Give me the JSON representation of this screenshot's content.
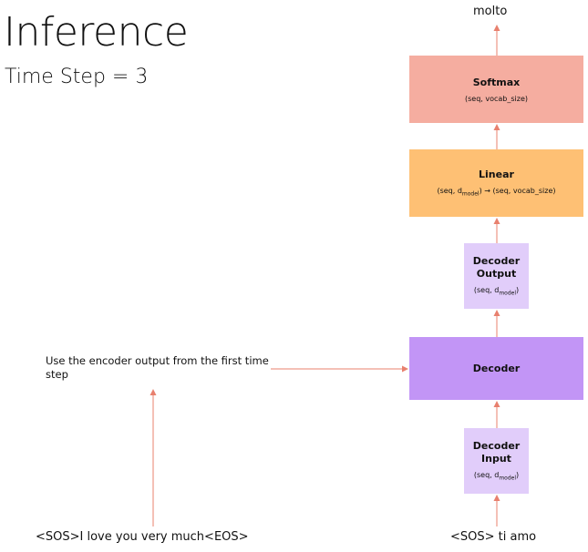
{
  "header": {
    "title": "Inference",
    "subtitle": "Time Step = 3"
  },
  "blocks": {
    "softmax": {
      "name": "Softmax",
      "shape": "(seq, vocab_size)"
    },
    "linear": {
      "name": "Linear",
      "shape_pre": "(seq, d",
      "shape_sub": "model",
      "shape_post": ") → (seq, vocab_size)"
    },
    "decoder_output": {
      "name_line1": "Decoder",
      "name_line2": "Output",
      "shape_pre": "(seq, d",
      "shape_sub": "model",
      "shape_post": ")"
    },
    "decoder": {
      "name": "Decoder"
    },
    "decoder_input": {
      "name_line1": "Decoder",
      "name_line2": "Input",
      "shape_pre": "(seq, d",
      "shape_sub": "model",
      "shape_post": ")"
    }
  },
  "labels": {
    "output_word": "molto",
    "encoder_note": "Use the encoder output from the first time step",
    "source_sentence": "<SOS>I love you very much<EOS>",
    "target_sequence": "<SOS> ti amo"
  },
  "colors": {
    "softmax": "#f5ada0",
    "linear": "#fec074",
    "decoder_io": "#e1cdfa",
    "decoder": "#c295f6",
    "arrow": "#e8806e"
  }
}
